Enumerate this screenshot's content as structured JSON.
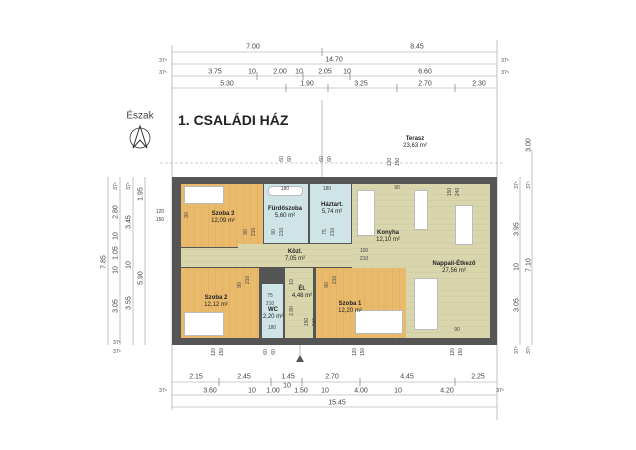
{
  "title": "1. CSALÁDI HÁZ",
  "north_label": "Észak",
  "terrace": {
    "name": "Terasz",
    "area": "23,63 m²"
  },
  "rooms": [
    {
      "name": "Szoba 3",
      "area": "12,09 m²"
    },
    {
      "name": "Fürdőszoba",
      "area": "5,60 m²"
    },
    {
      "name": "Háztart.",
      "area": "5,74 m²"
    },
    {
      "name": "Konyha",
      "area": "12,10 m²"
    },
    {
      "name": "Nappali-Étkező",
      "area": "27,56 m²"
    },
    {
      "name": "Közl.",
      "area": "7,05 m²"
    },
    {
      "name": "Szoba 2",
      "area": "12,12 m²"
    },
    {
      "name": "WC",
      "area": "2,20 m²"
    },
    {
      "name": "Él.",
      "area": "4,48 m²"
    },
    {
      "name": "Szoba 1",
      "area": "12,20 m²"
    }
  ],
  "dims_top": {
    "row1": [
      "7.00",
      "8.45"
    ],
    "row2": [
      "37⁵",
      "14.70",
      "37⁵"
    ],
    "row3": [
      "37⁵",
      "3.75",
      "10",
      "2.00",
      "10",
      "2.05",
      "10",
      "6.60",
      "37⁵"
    ],
    "row4": [
      "5.30",
      "1.90",
      "3.25",
      "2.70",
      "2.30"
    ]
  },
  "dims_bottom": {
    "row1": [
      "2.15",
      "2.45",
      "1.45",
      "2.70",
      "4.45",
      "2.25"
    ],
    "row2": [
      "37⁵",
      "3.60",
      "10",
      "1.00",
      "10",
      "1.50",
      "10",
      "4.00",
      "10",
      "4.20",
      "37⁵"
    ],
    "row3": [
      "15.45"
    ]
  },
  "dims_left": {
    "col1": [
      "7.85"
    ],
    "col2": [
      "37⁵",
      "2.80",
      "10",
      "1.05",
      "10",
      "3.05",
      "37⁵"
    ],
    "col3": [
      "37⁵",
      "3.45",
      "10",
      "3.55",
      "37⁵"
    ],
    "col4": [
      "1.95",
      "5.90"
    ]
  },
  "dims_right": {
    "col1": [
      "37⁵",
      "3.95",
      "10",
      "3.05",
      "37⁵"
    ],
    "col2": [
      "3.00",
      "37⁵",
      "7.10",
      "37⁵"
    ]
  },
  "openings": [
    "120",
    "150",
    "60",
    "60",
    "60",
    "60",
    "180",
    "180",
    "90",
    "210",
    "90",
    "210",
    "75",
    "210",
    "100",
    "210",
    "90",
    "90",
    "150",
    "240",
    "90",
    "210",
    "90",
    "210",
    "75",
    "210",
    "180",
    "10",
    "2.80",
    "150",
    "240",
    "90",
    "120",
    "150",
    "60",
    "60",
    "120",
    "150",
    "120",
    "150",
    "120",
    "150"
  ]
}
